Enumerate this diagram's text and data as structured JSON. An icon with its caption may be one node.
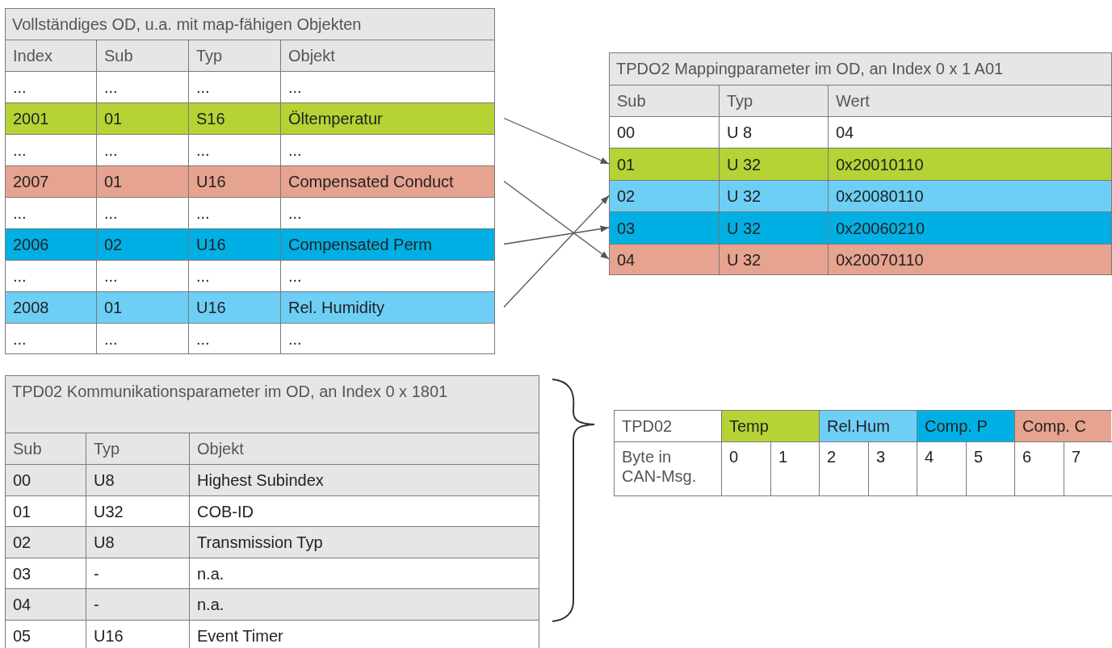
{
  "diagram": {
    "nodes": [
      {
        "text": [
          "Vollständiges OD, u.a. mit map-fähigen Objekten"
        ]
      },
      {
        "text": [
          "Index",
          "Sub",
          "Typ",
          "Objekt"
        ],
        "in": 0
      },
      {
        "text": [
          "...",
          "...",
          "...",
          "..."
        ],
        "in": 0
      },
      {
        "text": [
          "2001",
          "01",
          "S16",
          "Öltemperatur"
        ],
        "in": 0
      },
      {
        "text": [
          "...",
          "...",
          "...",
          "..."
        ],
        "in": 0
      },
      {
        "text": [
          "2007",
          "01",
          "U16",
          "Compensated Conduct"
        ],
        "in": 0
      },
      {
        "text": [
          "...",
          "...",
          "...",
          "..."
        ],
        "in": 0
      },
      {
        "text": [
          "2006",
          "02",
          "U16",
          "Compensated Perm"
        ],
        "in": 0
      },
      {
        "text": [
          "...",
          "...",
          "...",
          "..."
        ],
        "in": 0
      },
      {
        "text": [
          "2008",
          "01",
          "U16",
          "Rel. Humidity"
        ],
        "in": 0
      },
      {
        "text": [
          "...",
          "...",
          "...",
          "..."
        ],
        "in": 0
      },
      {
        "text": [
          "TPDO2 Mappingparameter im OD, an Index 0 x 1 A01"
        ]
      },
      {
        "text": [
          "Sub",
          "Typ",
          "Wert"
        ],
        "in": 11
      },
      {
        "text": [
          "00",
          "U 8",
          "04"
        ],
        "in": 11
      },
      {
        "text": [
          "01",
          "U 32",
          "0x20010110"
        ],
        "in": 11
      },
      {
        "text": [
          "02",
          "U 32",
          "0x20080110"
        ],
        "in": 11
      },
      {
        "text": [
          "03",
          "U 32",
          "0x20060210"
        ],
        "in": 11
      },
      {
        "text": [
          "04",
          "U 32",
          "0x20070110"
        ],
        "in": 11
      },
      {
        "text": [
          "TPD02 Kommunikationsparameter im OD, an Index 0 x 1801"
        ]
      },
      {
        "text": [
          "Sub",
          "Typ",
          "Objekt"
        ],
        "in": 18
      },
      {
        "text": [
          "00",
          "U8",
          "Highest Subindex"
        ],
        "in": 18
      },
      {
        "text": [
          "01",
          "U32",
          "COB-ID"
        ],
        "in": 18
      },
      {
        "text": [
          "02",
          "U8",
          "Transmission Typ"
        ],
        "in": 18
      },
      {
        "text": [
          "03",
          "-",
          "n.a."
        ],
        "in": 18
      },
      {
        "text": [
          "04",
          "-",
          "n.a."
        ],
        "in": 18
      },
      {
        "text": [
          "05",
          "U16",
          "Event Timer"
        ],
        "in": 18
      },
      {
        "text": [
          "TPD02",
          "Temp",
          "Rel.Hum",
          "Comp. P",
          "Comp. C"
        ]
      },
      {
        "text": [
          "Byte in CAN-Msg.",
          "0",
          "1",
          "2",
          "3",
          "4",
          "5",
          "6",
          "7"
        ]
      }
    ],
    "edges": [
      {
        "from": 3,
        "to": 14,
        "arrow": "to"
      },
      {
        "from": 5,
        "to": 17,
        "arrow": "to"
      },
      {
        "from": 7,
        "to": 16,
        "arrow": "to"
      },
      {
        "from": 9,
        "to": 15,
        "arrow": "to"
      }
    ]
  }
}
